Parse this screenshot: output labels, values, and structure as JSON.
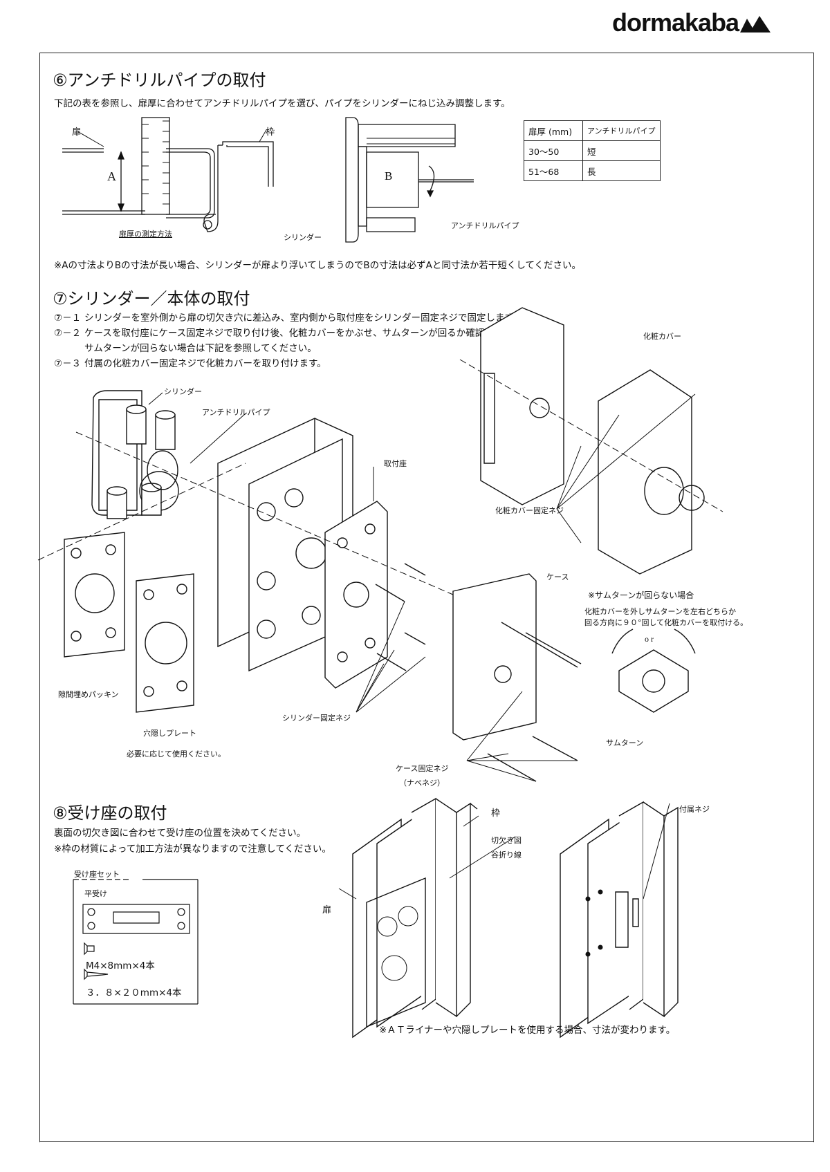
{
  "brand": "dormakaba",
  "section6": {
    "title": "⑥アンチドリルパイプの取付",
    "desc": "下記の表を参照し、扉厚に合わせてアンチドリルパイプを選び、パイプをシリンダーにねじ込み調整します。",
    "labels": {
      "door": "扉",
      "frame": "枠",
      "a": "A",
      "b": "B",
      "measure": "扉厚の測定方法",
      "cylinder": "シリンダー",
      "pipe": "アンチドリルパイプ"
    },
    "table": {
      "headers": [
        "扉厚 (mm)",
        "アンチドリルパイプ"
      ],
      "rows": [
        [
          "30～50",
          "短"
        ],
        [
          "51～68",
          "長"
        ]
      ]
    },
    "note": "※Aの寸法よりBの寸法が長い場合、シリンダーが扉より浮いてしまうのでBの寸法は必ずAと同寸法か若干短くしてください。"
  },
  "section7": {
    "title": "⑦シリンダー／本体の取付",
    "steps": [
      {
        "num": "⑦－１",
        "text": "シリンダーを室外側から扉の切欠き穴に差込み、室内側から取付座をシリンダー固定ネジで固定します。"
      },
      {
        "num": "⑦－２",
        "text": "ケースを取付座にケース固定ネジで取り付け後、化粧カバーをかぶせ、サムターンが回るか確認します。"
      },
      {
        "num": "",
        "text": "サムターンが回らない場合は下記を参照してください。"
      },
      {
        "num": "⑦－３",
        "text": "付属の化粧カバー固定ネジで化粧カバーを取り付けます。"
      }
    ],
    "labels": {
      "cylinder": "シリンダー",
      "pipe": "アンチドリルパイプ",
      "mount": "取付座",
      "cover": "化粧カバー",
      "cover_screw": "化粧カバー固定ネジ",
      "case": "ケース",
      "gasket": "隙間埋めパッキン",
      "hide_plate": "穴隠しプレート",
      "use_if_needed": "必要に応じて使用ください。",
      "cyl_screw": "シリンダー固定ネジ",
      "case_screw": "ケース固定ネジ",
      "case_screw_sub": "（ナベネジ）",
      "thumb_title": "※サムターンが回らない場合",
      "thumb_text1": "化粧カバーを外しサムターンを左右どちらか",
      "thumb_text2": "回る方向に９０°回して化粧カバーを取付ける。",
      "or": "o r",
      "thumb": "サムターン"
    }
  },
  "section8": {
    "title": "⑧受け座の取付",
    "desc1": "裏面の切欠き図に合わせて受け座の位置を決めてください。",
    "desc2": "※枠の材質によって加工方法が異なりますので注意してください。",
    "set_title": "受け座セット",
    "flat": "平受け",
    "screw1": "M4×8mm×4本",
    "screw2": "３．８×２０mm×4本",
    "labels": {
      "frame": "枠",
      "cut_fig": "切欠き図",
      "valley": "谷折り線",
      "door": "扉",
      "screw": "付属ネジ"
    },
    "note": "※ＡＴライナーや穴隠しプレートを使用する場合、寸法が変わります。"
  }
}
